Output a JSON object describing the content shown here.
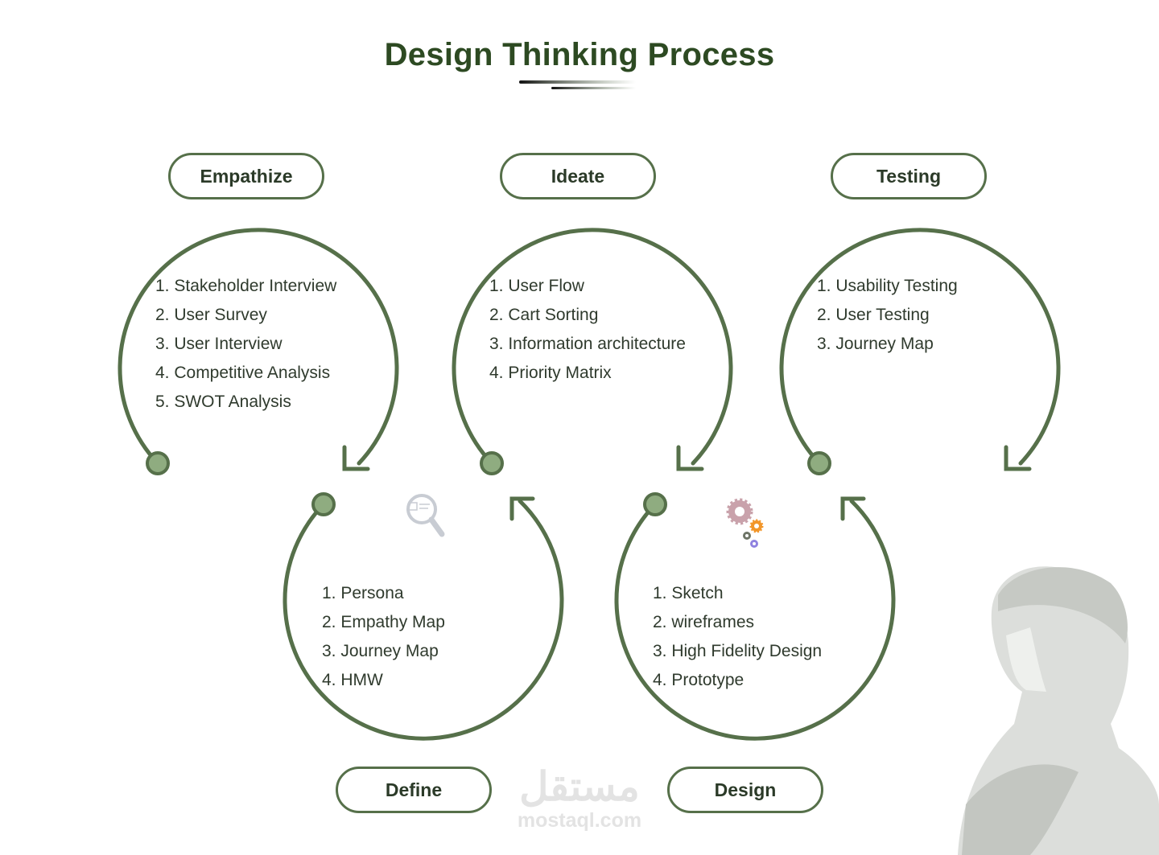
{
  "title": "Design Thinking Process",
  "colors": {
    "accent": "#56704a",
    "dot": "#8fac80",
    "title": "#2d4a22"
  },
  "stages": {
    "empathize": {
      "label": "Empathize",
      "items": [
        "1. Stakeholder Interview",
        "2. User Survey",
        "3. User Interview",
        "4. Competitive Analysis",
        "5. SWOT Analysis"
      ]
    },
    "ideate": {
      "label": "Ideate",
      "items": [
        "1. User Flow",
        "2. Cart Sorting",
        "3. Information architecture",
        "4. Priority Matrix"
      ]
    },
    "testing": {
      "label": "Testing",
      "items": [
        "1. Usability Testing",
        "2. User Testing",
        "3. Journey Map"
      ]
    },
    "define": {
      "label": "Define",
      "items": [
        "1. Persona",
        "2. Empathy Map",
        "3. Journey Map",
        "4. HMW"
      ]
    },
    "design": {
      "label": "Design",
      "items": [
        "1. Sketch",
        "2. wireframes",
        "3. High Fidelity Design",
        "4. Prototype"
      ]
    }
  },
  "watermark": {
    "arabic": "مستقل",
    "latin": "mostaql.com"
  }
}
